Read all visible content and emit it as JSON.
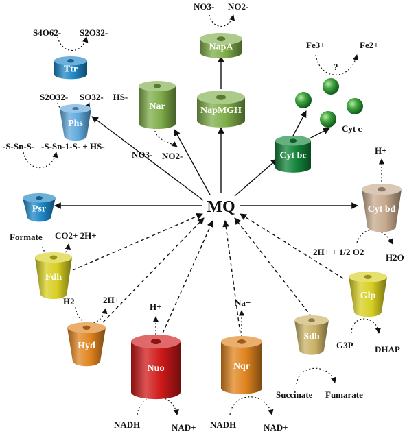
{
  "center": {
    "label": "MQ"
  },
  "enzymes": {
    "ttr": {
      "label": "Ttr",
      "color": "#1f86c6"
    },
    "phs": {
      "label": "Phs",
      "color": "#5fa8dc"
    },
    "psr": {
      "label": "Psr",
      "color": "#1d86c4"
    },
    "nar": {
      "label": "Nar",
      "color": "#7fae49"
    },
    "napmgh": {
      "label": "NapMGH",
      "color": "#7fae49"
    },
    "napa": {
      "label": "NapA",
      "color": "#7fae49"
    },
    "cytbc": {
      "label": "Cyt bc",
      "color": "#13843a"
    },
    "cytbd": {
      "label": "Cyt bd",
      "color": "#c6a98e"
    },
    "fdh": {
      "label": "Fdh",
      "color": "#d7cf22"
    },
    "hyd": {
      "label": "Hyd",
      "color": "#e0841f"
    },
    "nuo": {
      "label": "Nuo",
      "color": "#d01919"
    },
    "nqr": {
      "label": "Nqr",
      "color": "#e0841f"
    },
    "sdh": {
      "label": "Sdh",
      "color": "#c9b166"
    },
    "glp": {
      "label": "Glp",
      "color": "#d7cf22"
    }
  },
  "cytc": {
    "label": "Cyt c",
    "color": "#2f9a3c"
  },
  "substrates": {
    "ttr_in": "S4O62-",
    "ttr_out": "S2O32-",
    "phs_in": "S2O32-",
    "phs_out": "SO32- + HS-",
    "psr_in": "-S-Sn-S-",
    "psr_out": "-S-Sn-1-S- + HS-",
    "napa_in": "NO3-",
    "napa_out": "NO2-",
    "nar_in": "NO3-",
    "nar_out": "NO2-",
    "fe_in": "Fe3+",
    "fe_out": "Fe2+",
    "fe_question": "?",
    "cytbd_proton": "H+",
    "cytbd_in": "2H+ + 1/2 O2",
    "cytbd_out": "H2O",
    "fdh_in": "Formate",
    "fdh_out": "CO2+ 2H+",
    "hyd_in": "H2",
    "hyd_out": "2H+",
    "nuo_proton": "H+",
    "nuo_in": "NADH",
    "nuo_out": "NAD+",
    "nqr_ion": "Na+",
    "nqr_in": "NADH",
    "nqr_out": "NAD+",
    "sdh_in": "Succinate",
    "sdh_out": "Fumarate",
    "glp_in": "G3P",
    "glp_out": "DHAP"
  }
}
